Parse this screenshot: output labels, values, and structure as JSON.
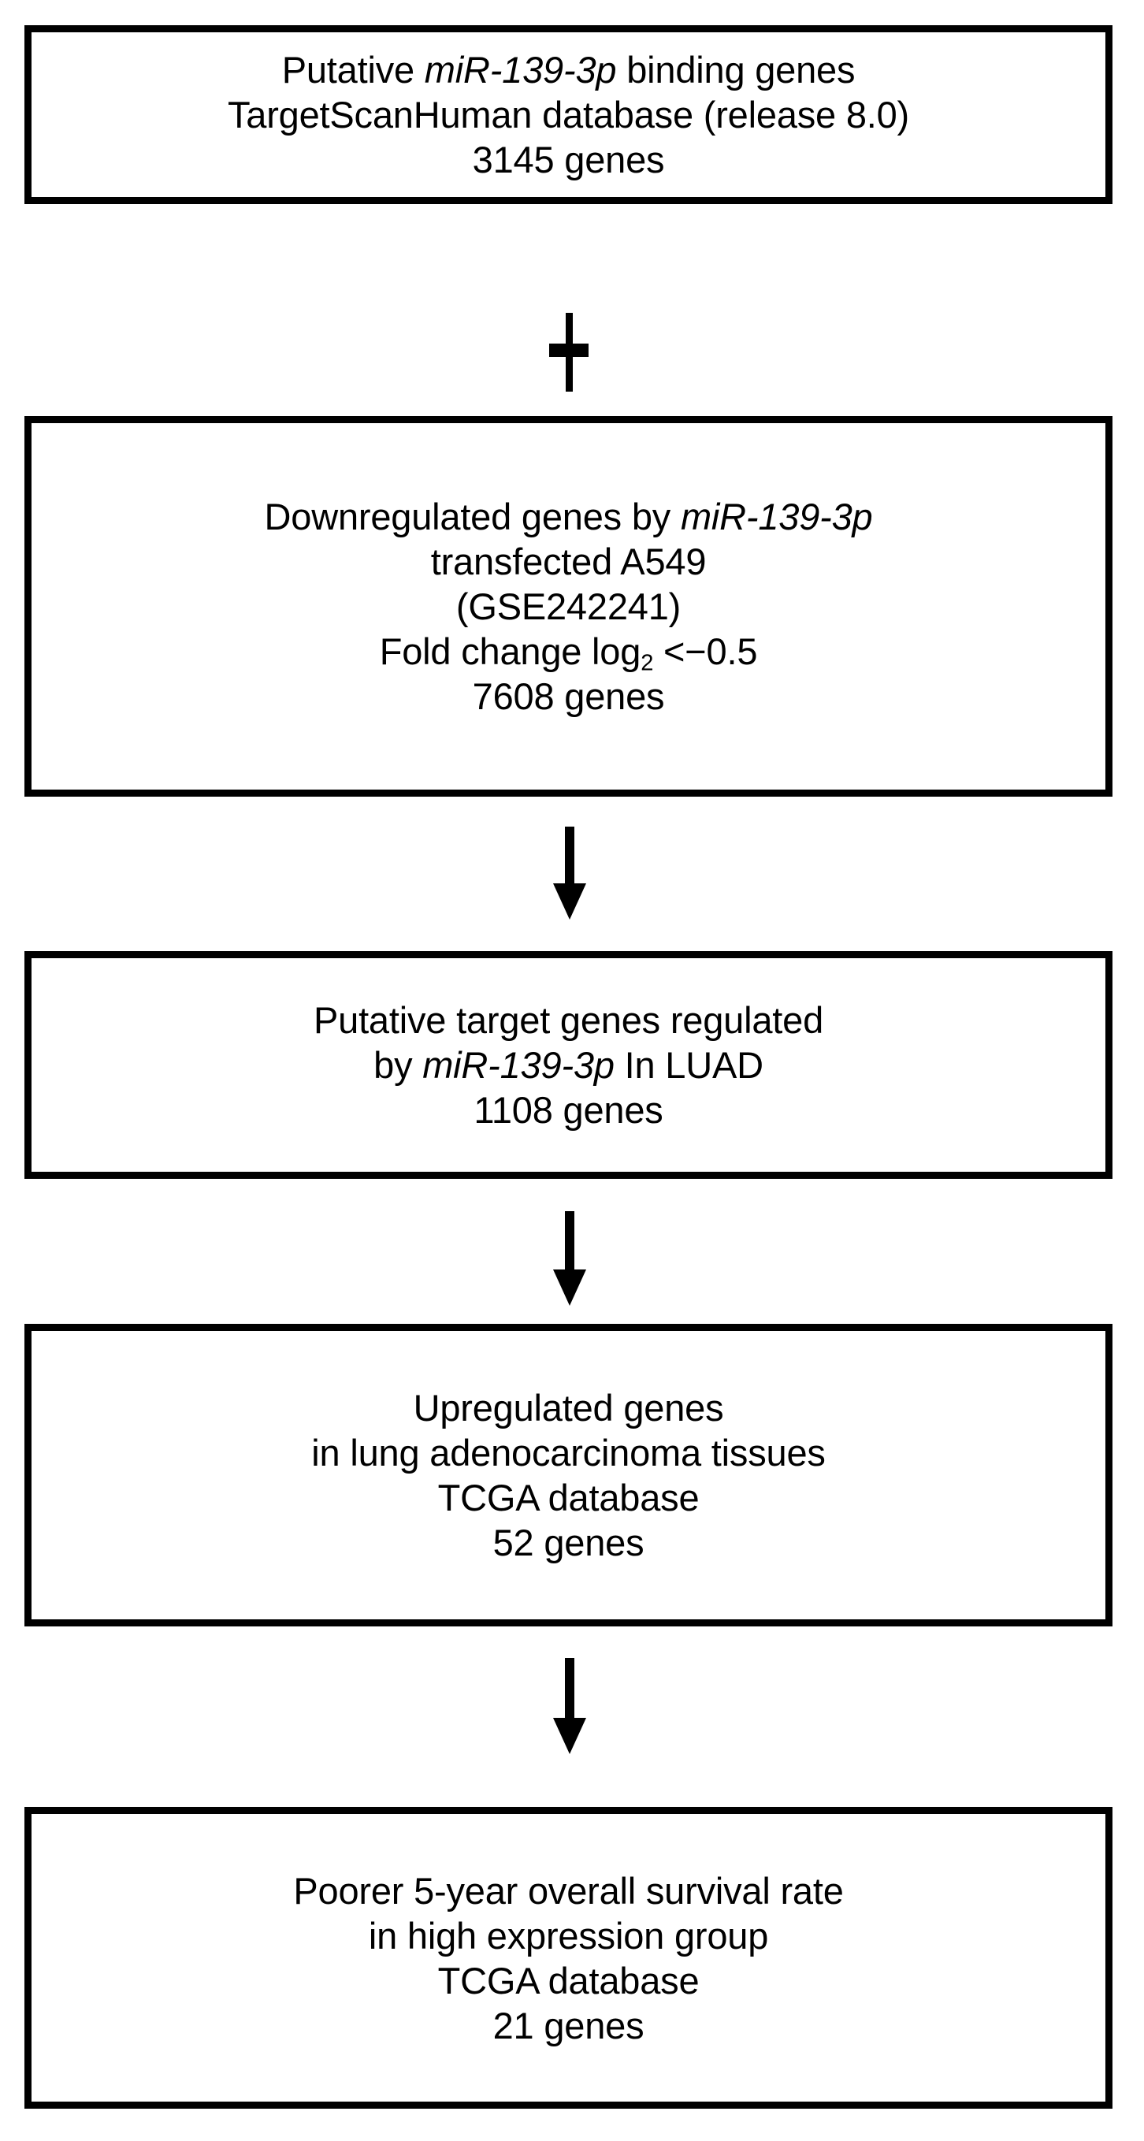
{
  "diagram": {
    "type": "flowchart",
    "orientation": "vertical",
    "background_color": "#ffffff",
    "line_color": "#000000",
    "text_color": "#000000",
    "boxes": [
      {
        "id": "box-1",
        "name": "putative-binding-genes-box",
        "lines": [
          {
            "pre": "Putative ",
            "italic": "miR-139-3p",
            "post": " binding genes"
          },
          {
            "pre": "TargetScanHuman database (release 8.0)",
            "italic": "",
            "post": ""
          },
          {
            "pre": "3145 genes",
            "italic": "",
            "post": ""
          }
        ],
        "count": "3145",
        "database": "TargetScanHuman database (release 8.0)"
      },
      {
        "id": "box-2",
        "name": "downregulated-genes-box",
        "lines": [
          {
            "pre": "Downregulated genes by ",
            "italic": "miR-139-3p",
            "post": ""
          },
          {
            "pre": "transfected A549",
            "italic": "",
            "post": ""
          },
          {
            "pre": "(GSE242241)",
            "italic": "",
            "post": ""
          },
          {
            "pre": "Fold change log",
            "sub": "2",
            "post": " <−0.5"
          },
          {
            "pre": "7608 genes",
            "italic": "",
            "post": ""
          }
        ],
        "count": "7608",
        "accession": "GSE242241",
        "cell_line": "A549",
        "threshold": "Fold change log2 <−0.5"
      },
      {
        "id": "box-3",
        "name": "putative-target-genes-box",
        "lines": [
          {
            "pre": "Putative target genes regulated",
            "italic": "",
            "post": ""
          },
          {
            "pre": "by ",
            "italic": "miR-139-3p",
            "post": " In LUAD"
          },
          {
            "pre": "1108 genes",
            "italic": "",
            "post": ""
          }
        ],
        "count": "1108"
      },
      {
        "id": "box-4",
        "name": "upregulated-genes-box",
        "lines": [
          {
            "pre": "Upregulated genes",
            "italic": "",
            "post": ""
          },
          {
            "pre": "in lung adenocarcinoma tissues",
            "italic": "",
            "post": ""
          },
          {
            "pre": "TCGA database",
            "italic": "",
            "post": ""
          },
          {
            "pre": "52 genes",
            "italic": "",
            "post": ""
          }
        ],
        "count": "52",
        "database": "TCGA database"
      },
      {
        "id": "box-5",
        "name": "poorer-survival-box",
        "lines": [
          {
            "pre": "Poorer 5-year overall survival rate",
            "italic": "",
            "post": ""
          },
          {
            "pre": "in high expression group",
            "italic": "",
            "post": ""
          },
          {
            "pre": "TCGA database",
            "italic": "",
            "post": ""
          },
          {
            "pre": "21 genes",
            "italic": "",
            "post": ""
          }
        ],
        "count": "21",
        "database": "TCGA database"
      }
    ],
    "connectors": [
      {
        "id": "plus-1",
        "name": "plus-connector",
        "symbol": "+",
        "between": [
          "box-1",
          "box-2"
        ]
      },
      {
        "id": "arrow-1",
        "name": "arrow-down-icon",
        "symbol": "↓",
        "between": [
          "box-2",
          "box-3"
        ]
      },
      {
        "id": "arrow-2",
        "name": "arrow-down-icon",
        "symbol": "↓",
        "between": [
          "box-3",
          "box-4"
        ]
      },
      {
        "id": "arrow-3",
        "name": "arrow-down-icon",
        "symbol": "↓",
        "between": [
          "box-4",
          "box-5"
        ]
      }
    ]
  },
  "box1": {
    "l1a": "Putative ",
    "l1b": "miR-139-3p",
    "l1c": " binding genes",
    "l2": "TargetScanHuman database (release 8.0)",
    "l3": "3145 genes"
  },
  "box2": {
    "l1a": "Downregulated genes by ",
    "l1b": "miR-139-3p",
    "l2": "transfected A549",
    "l3": "(GSE242241)",
    "l4a": "Fold change log",
    "l4b": "2",
    "l4c": " <−0.5",
    "l5": "7608 genes"
  },
  "box3": {
    "l1": "Putative target genes regulated",
    "l2a": "by ",
    "l2b": "miR-139-3p",
    "l2c": " In LUAD",
    "l3": "1108 genes"
  },
  "box4": {
    "l1": "Upregulated genes",
    "l2": "in lung adenocarcinoma tissues",
    "l3": "TCGA database",
    "l4": "52 genes"
  },
  "box5": {
    "l1": "Poorer 5-year overall survival rate",
    "l2": "in high expression group",
    "l3": "TCGA database",
    "l4": "21 genes"
  }
}
